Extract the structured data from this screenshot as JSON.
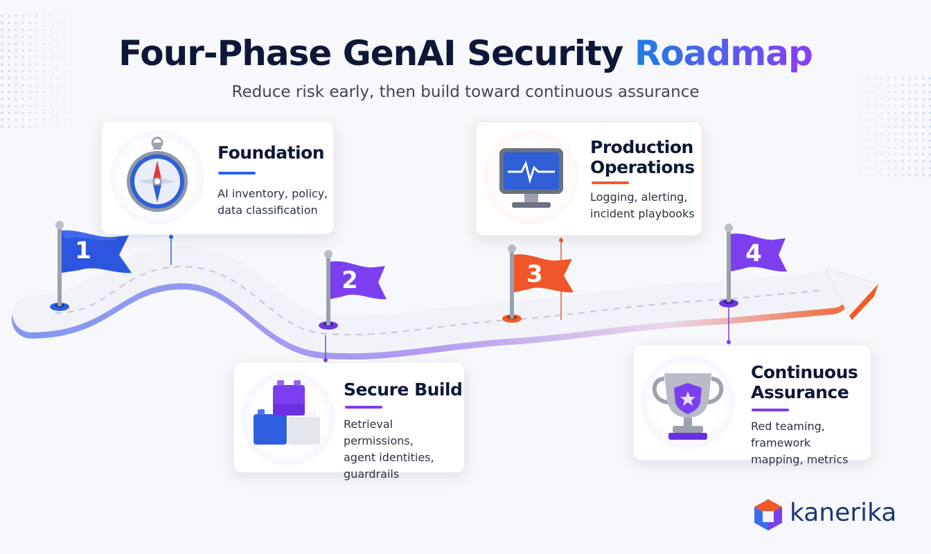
{
  "title": {
    "main": "Four-Phase GenAI Security",
    "highlight": "Roadmap"
  },
  "subtitle": "Reduce risk early, then build toward continuous assurance",
  "phases": [
    {
      "number": "1",
      "title_line1": "Foundation",
      "title_line2": "",
      "desc_line1": "AI inventory, policy,",
      "desc_line2": "data classification",
      "desc_line3": "",
      "icon": "compass-icon",
      "color": "#2563eb"
    },
    {
      "number": "2",
      "title_line1": "Secure Build",
      "title_line2": "",
      "desc_line1": "Retrieval permissions,",
      "desc_line2": "agent identities,",
      "desc_line3": "guardrails",
      "icon": "building-blocks-icon",
      "color": "#7c3aed"
    },
    {
      "number": "3",
      "title_line1": "Production",
      "title_line2": "Operations",
      "desc_line1": "Logging, alerting,",
      "desc_line2": "incident playbooks",
      "desc_line3": "",
      "icon": "monitor-heartbeat-icon",
      "color": "#f05a28"
    },
    {
      "number": "4",
      "title_line1": "Continuous",
      "title_line2": "Assurance",
      "desc_line1": "Red teaming, framework",
      "desc_line2": "mapping, metrics",
      "desc_line3": "",
      "icon": "trophy-shield-icon",
      "color": "#7c3aed"
    }
  ],
  "brand": {
    "name": "kanerika",
    "primary": "#1d3572",
    "accent_a": "#3b6cf0",
    "accent_b": "#f0572b"
  }
}
